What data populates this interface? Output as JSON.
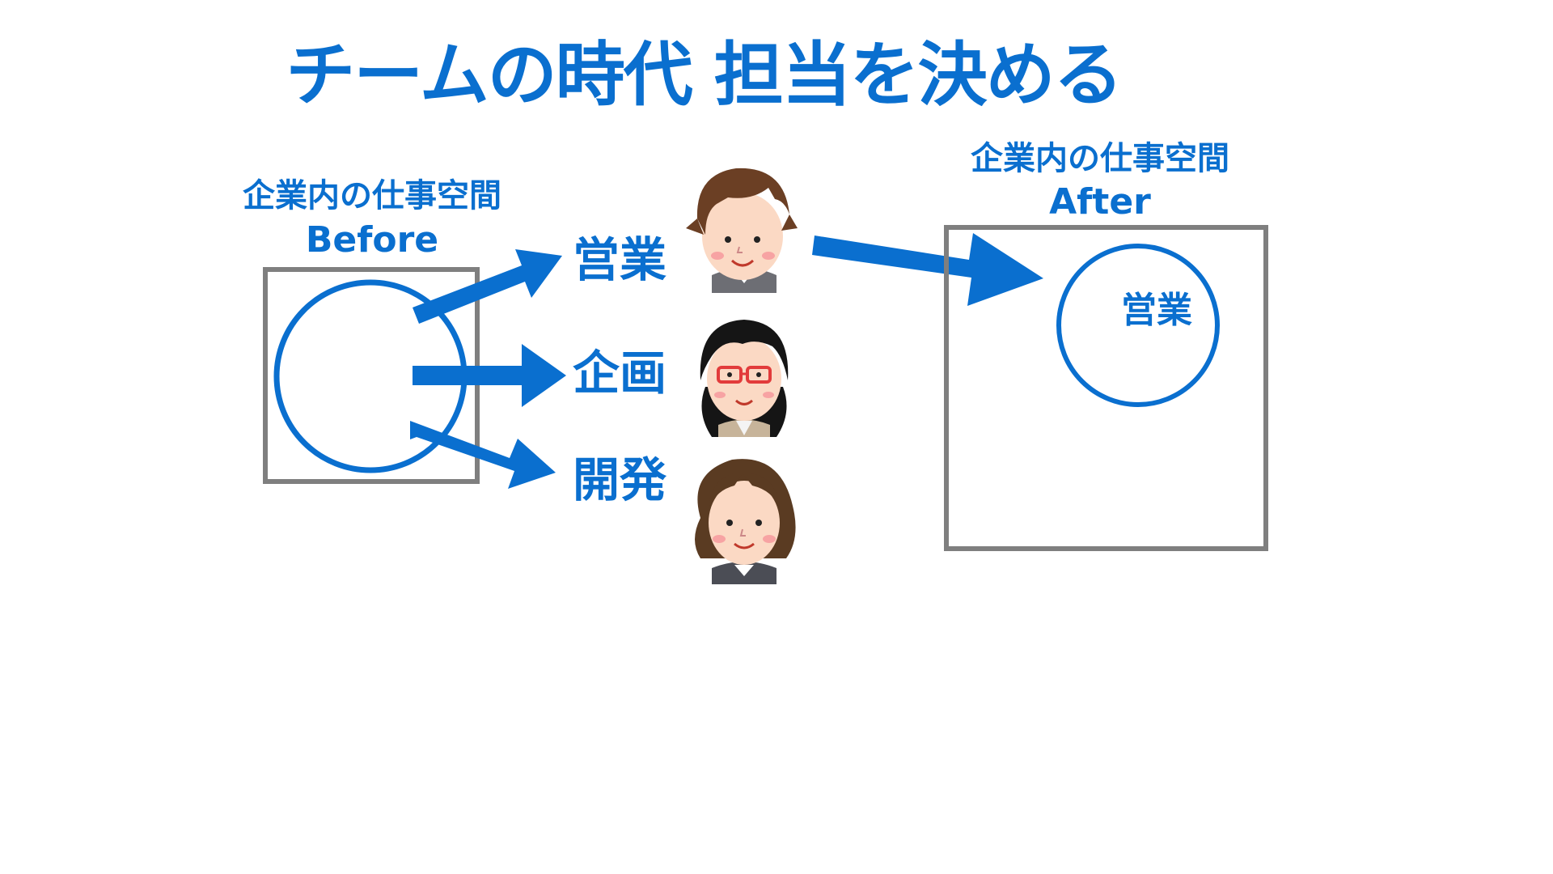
{
  "slide": {
    "title": "チームの時代 担当を決める",
    "before": {
      "caption_line1": "企業内の仕事空間",
      "caption_line2": "Before"
    },
    "after": {
      "caption_line1": "企業内の仕事空間",
      "caption_line2": "After",
      "circle_label": "営業"
    },
    "roles": [
      {
        "label": "営業",
        "person_icon": "person-brown-hair-icon"
      },
      {
        "label": "企画",
        "person_icon": "person-glasses-icon"
      },
      {
        "label": "開発",
        "person_icon": "person-long-hair-icon"
      }
    ],
    "colors": {
      "accent": "#0a6fcf",
      "box_border": "#7f7f7f",
      "skin": "#fbd9c4",
      "cheek": "#f7a3a3"
    }
  }
}
